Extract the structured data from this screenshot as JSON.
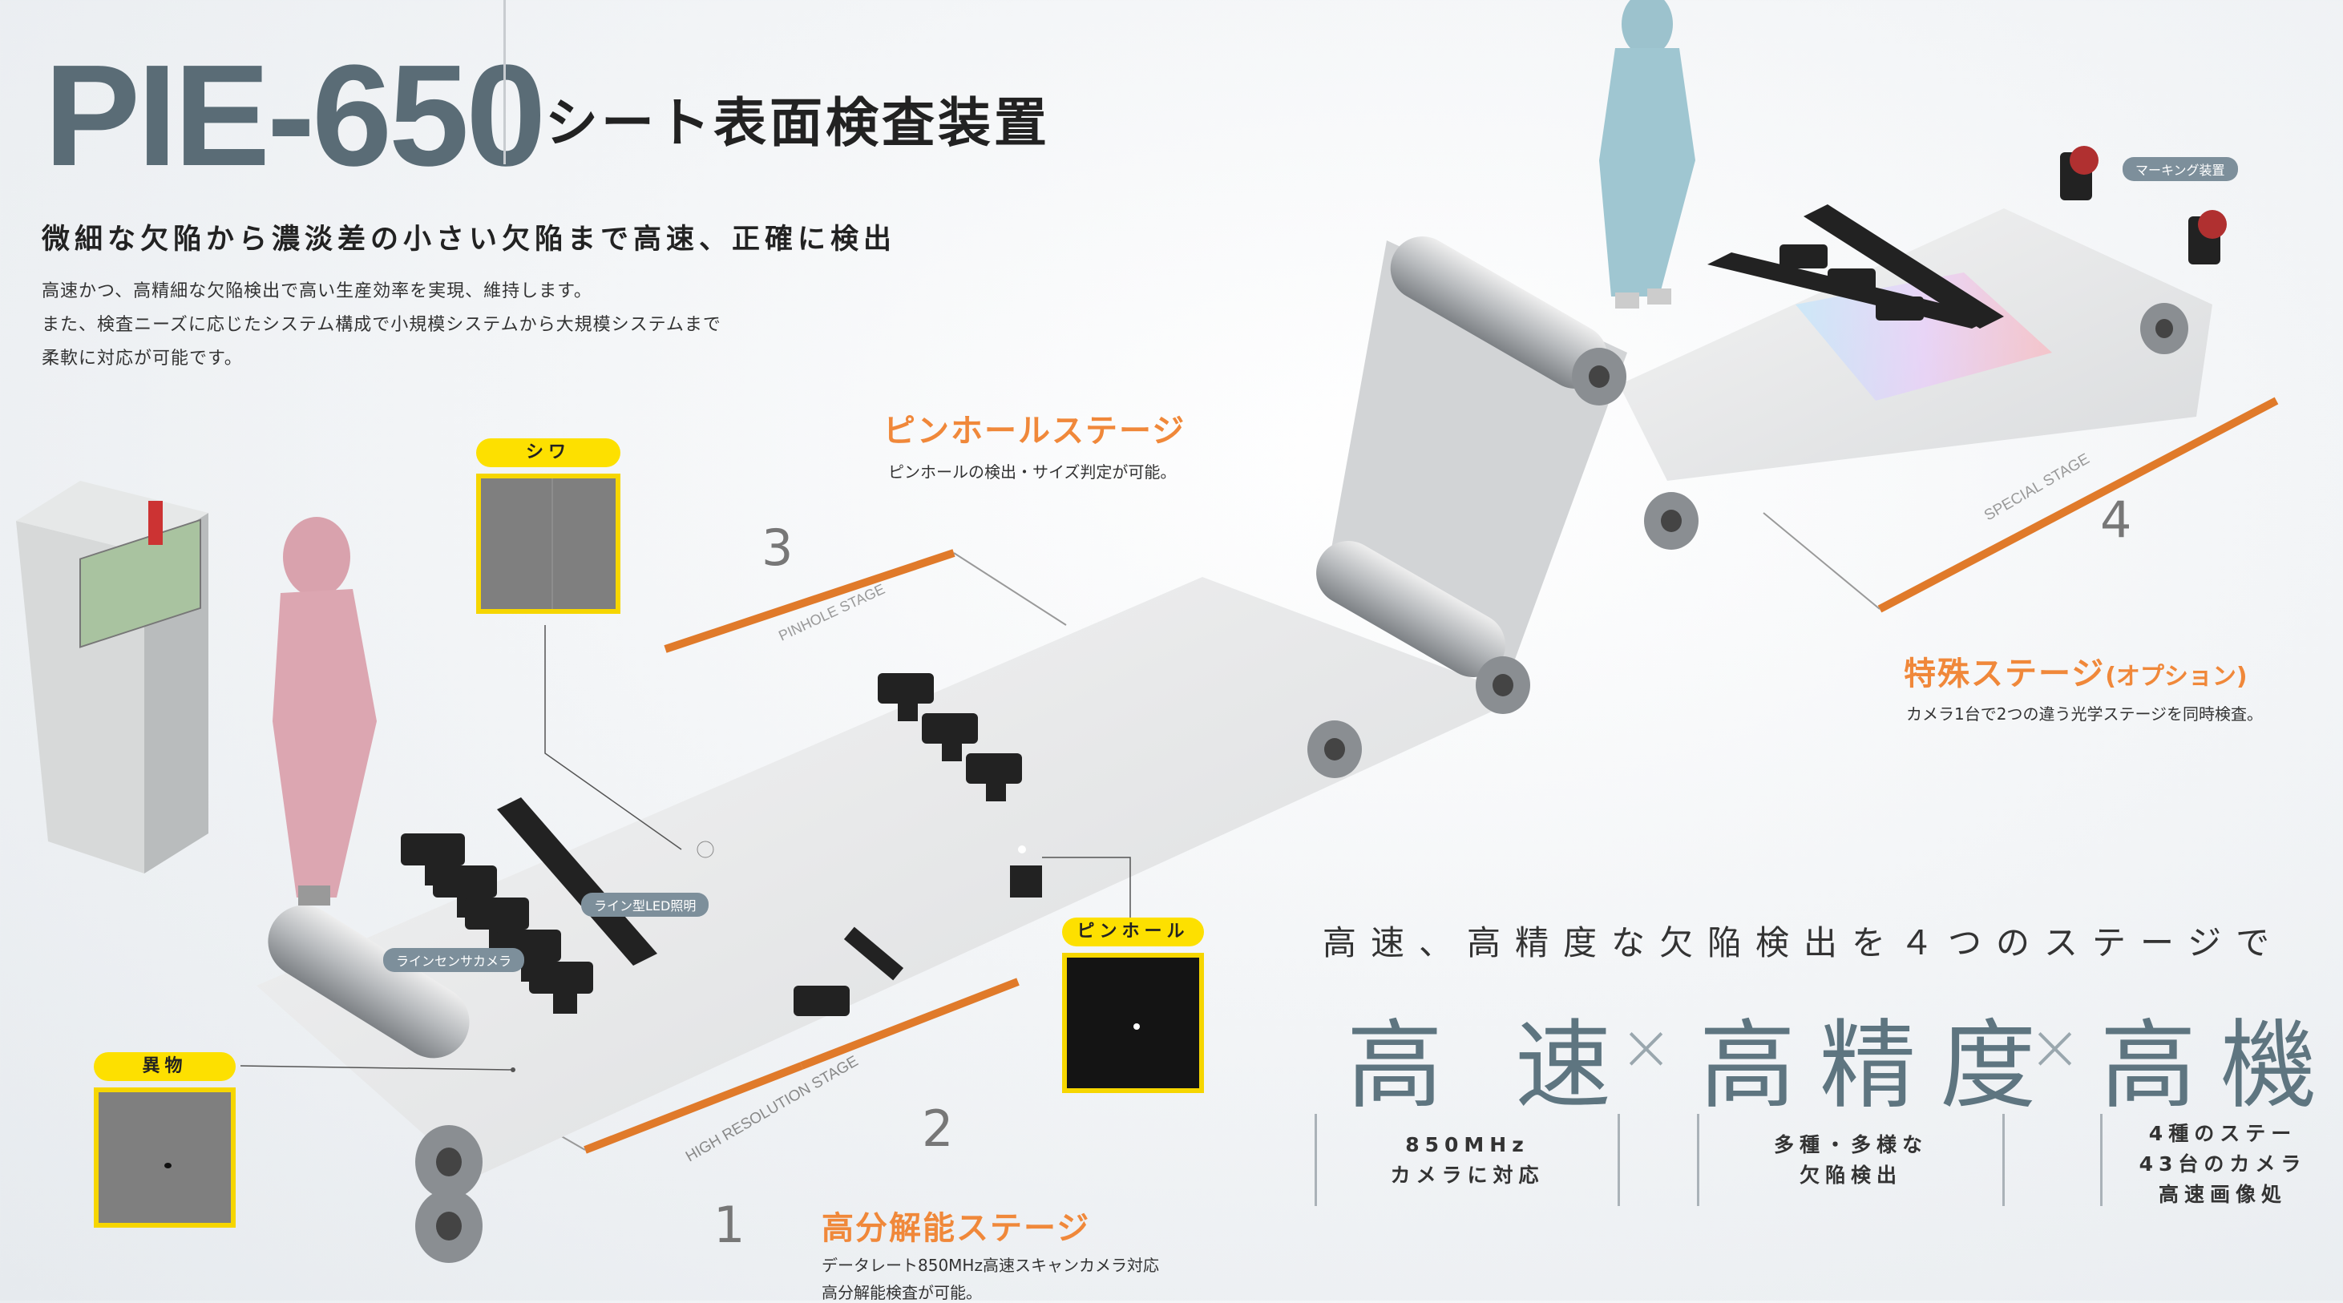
{
  "header": {
    "model": "PIE-650",
    "product_title": "シート表面検査装置"
  },
  "intro": {
    "tagline": "微細な欠陥から濃淡差の小さい欠陥まで高速、正確に検出",
    "lines": [
      "高速かつ、高精細な欠陥検出で高い生産効率を実現、維持します。",
      "また、検査ニーズに応じたシステム構成で小規模システムから大規模システムまで",
      "柔軟に対応が可能です。"
    ]
  },
  "stages": {
    "pinhole": {
      "title": "ピンホールステージ",
      "desc": "ピンホールの検出・サイズ判定が可能。",
      "number": "3",
      "floor_label": "PINHOLE STAGE"
    },
    "high_res": {
      "title": "高分解能ステージ",
      "desc_lines": [
        "データレート850MHz高速スキャンカメラ対応",
        "高分解能検査が可能。"
      ],
      "number": "2",
      "floor_label": "HIGH RESOLUTION STAGE"
    },
    "special": {
      "title": "特殊ステージ",
      "title_suffix": "(オプション)",
      "desc": "カメラ1台で2つの違う光学ステージを同時検査。",
      "number": "4",
      "floor_label": "SPECIAL STAGE"
    },
    "first": {
      "number": "1"
    }
  },
  "defect_samples": {
    "wrinkle": "シワ",
    "pinhole": "ピンホール",
    "foreign": "異物"
  },
  "callouts": {
    "marking": "マーキング装置",
    "led": "ライン型LED照明",
    "camera": "ラインセンサカメラ"
  },
  "headline": "高速、高精度な欠陥検出を４つのステージで",
  "slogan": [
    "高 速",
    "高精度",
    "高機"
  ],
  "features": [
    {
      "lines": [
        "850MHz",
        "カメラに対応"
      ]
    },
    {
      "lines": [
        "多種・多様な",
        "欠陥検出"
      ]
    },
    {
      "lines": [
        "4種のステー",
        "43台のカメラ",
        "高速画像処"
      ]
    }
  ],
  "colors": {
    "accent": "#f0883a",
    "tag": "#fde000",
    "slate": "#5e7580"
  }
}
